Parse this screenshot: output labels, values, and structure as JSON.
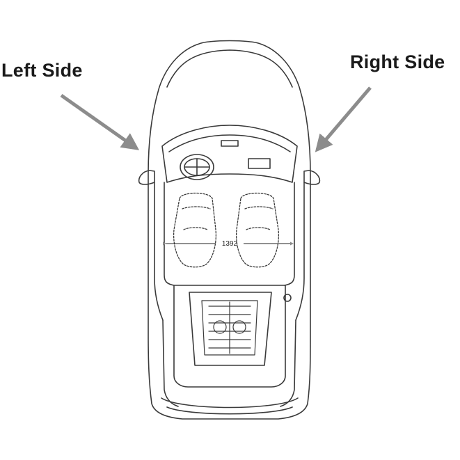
{
  "labels": {
    "left": "Left Side",
    "right": "Right Side"
  },
  "dimension": {
    "value": "1392"
  },
  "colors": {
    "line": "#3a3a3a",
    "arrow": "#8c8c8c",
    "text": "#1a1a1a"
  }
}
